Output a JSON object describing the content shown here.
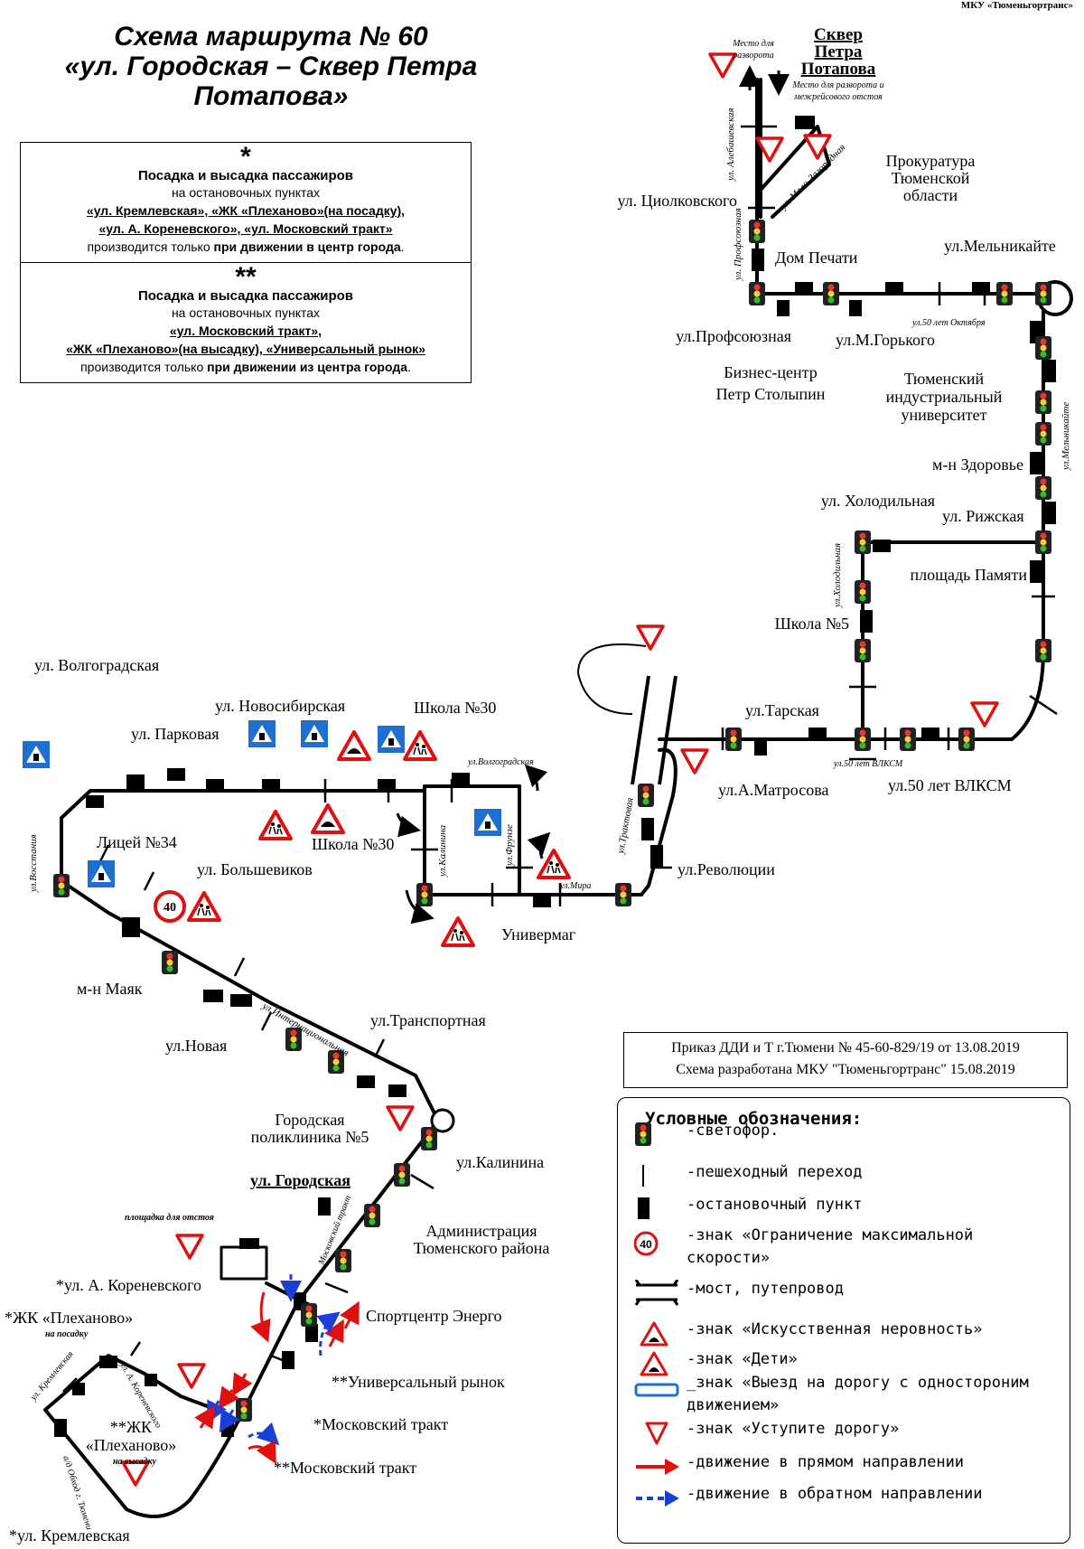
{
  "organization": "МКУ «Тюменьгортранс»",
  "title": {
    "line1": "Схема маршрута № 60",
    "line2": "«ул. Городская – Сквер Петра",
    "line3": "Потапова»"
  },
  "notes": [
    {
      "mark": "*",
      "heading": "Посадка и высадка пассажиров",
      "line1": "на остановочных пунктах",
      "line2": "«ул. Кремлевская», «ЖК «Плеханово»(на посадку),",
      "line3": "«ул. А. Кореневского», «ул. Московский тракт»",
      "line4_prefix": "производится только ",
      "line4_bold": "при движении в центр города",
      "line4_suffix": "."
    },
    {
      "mark": "**",
      "heading": "Посадка и высадка пассажиров",
      "line1": "на остановочных пунктах",
      "line2": "«ул. Московский тракт»,",
      "line3": "«ЖК «Плеханово»(на высадку), «Универсальный рынок»",
      "line4_prefix": "производится только ",
      "line4_bold": "при движении из центра города",
      "line4_suffix": "."
    }
  ],
  "order": {
    "line1": "Приказ ДДИ и Т г.Тюмени № 45-60-829/19 от 13.08.2019",
    "line2": "Схема разработана МКУ \"Тюменьгортранс\" 15.08.2019"
  },
  "legend": {
    "heading": "Условные обозначения:",
    "items": [
      {
        "icon": "traffic-light-icon",
        "text": "-светофор."
      },
      {
        "icon": "crosswalk-icon",
        "text": "-пешеходный переход"
      },
      {
        "icon": "bus-stop-icon",
        "text": "-остановочный пункт"
      },
      {
        "icon": "speed-limit-icon",
        "text": "-знак «Ограничение максимальной скорости»"
      },
      {
        "icon": "bridge-icon",
        "text": "-мост, путепровод"
      },
      {
        "icon": "speed-bump-sign-icon",
        "text": "-знак «Искусственная неровность»"
      },
      {
        "icon": "children-sign-icon",
        "text": "-знак «Дети»"
      },
      {
        "icon": "one-way-sign-icon",
        "text": "_знак «Выезд на дорогу с одностороним движением»"
      },
      {
        "icon": "yield-sign-icon",
        "text": "-знак «Уступите дорогу»"
      },
      {
        "icon": "forward-arrow-icon",
        "text": "-движение в прямом направлении"
      },
      {
        "icon": "backward-arrow-icon",
        "text": "-движение в обратном направлении"
      }
    ],
    "speed_value": "40"
  },
  "colors": {
    "forward": "#e01010",
    "backward": "#1a3fd6",
    "sign_blue": "#1e6fd0",
    "sign_red": "#e01010"
  },
  "terminal": {
    "name_lines": [
      "Сквер",
      "Петра",
      "Потапова"
    ],
    "note": [
      "Место для разворота и",
      "межрейсового отстоя"
    ],
    "turn_note": [
      "Место для",
      "разворота"
    ]
  },
  "stops": [
    {
      "id": "tsiolkovskogo",
      "label": "ул. Циолковского"
    },
    {
      "id": "dom-pechati",
      "label": "Дом Печати"
    },
    {
      "id": "prokuratura",
      "label": "Прокуратура Тюменской области",
      "lines": [
        "Прокуратура",
        "Тюменской",
        "области"
      ]
    },
    {
      "id": "melnikaite",
      "label": "ул.Мельникайте"
    },
    {
      "id": "profsoyuznaya",
      "label": "ул.Профсоюзная"
    },
    {
      "id": "m-gorkogo",
      "label": "ул.М.Горького"
    },
    {
      "id": "stolypin",
      "label": "Бизнес-центр Петр Столыпин",
      "lines": [
        "Бизнес-центр",
        "Петр Столыпин"
      ]
    },
    {
      "id": "tiu",
      "label": "Тюменский индустриальный университет",
      "lines": [
        "Тюменский",
        "индустриальный",
        "университет"
      ]
    },
    {
      "id": "zdorovye",
      "label": "м-н Здоровье"
    },
    {
      "id": "kholodilnaya",
      "label": "ул. Холодильная"
    },
    {
      "id": "rizhskaya",
      "label": "ул. Рижская"
    },
    {
      "id": "ploshchad-pamyati",
      "label": "площадь Памяти"
    },
    {
      "id": "shkola-5",
      "label": "Школа №5"
    },
    {
      "id": "tarskaya",
      "label": "ул.Тарская"
    },
    {
      "id": "matrosova",
      "label": "ул.А.Матросова"
    },
    {
      "id": "vlksm",
      "label": "ул.50 лет ВЛКСМ"
    },
    {
      "id": "revolyutsii",
      "label": "ул.Революции"
    },
    {
      "id": "univermag",
      "label": "Универмаг"
    },
    {
      "id": "volgogradskaya",
      "label": "ул. Волгоградская"
    },
    {
      "id": "novosibirskaya",
      "label": "ул. Новосибирская"
    },
    {
      "id": "shkola-30-top",
      "label": "Школа №30"
    },
    {
      "id": "parkovaya",
      "label": "ул. Парковая"
    },
    {
      "id": "litsey-34",
      "label": "Лицей №34"
    },
    {
      "id": "bolshevikov",
      "label": "ул. Большевиков"
    },
    {
      "id": "shkola-30-bottom",
      "label": "Школа №30"
    },
    {
      "id": "mayak",
      "label": "м-н Маяк"
    },
    {
      "id": "novaya",
      "label": "ул.Новая"
    },
    {
      "id": "transportnaya",
      "label": "ул.Транспортная"
    },
    {
      "id": "poliklinika",
      "label": "Городская поликлиника №5",
      "lines": [
        "Городская",
        "поликлиника №5"
      ]
    },
    {
      "id": "kalinina",
      "label": "ул.Калинина"
    },
    {
      "id": "administratsiya",
      "label": "Администрация Тюменского района",
      "lines": [
        "Администрация",
        "Тюменского района"
      ]
    },
    {
      "id": "gorodskaya",
      "label": "ул. Городская"
    },
    {
      "id": "energo",
      "label": "Спортцентр Энерго"
    },
    {
      "id": "rynok",
      "label": "**Универсальный рынок"
    },
    {
      "id": "moskovsky-1",
      "label": "*Московский тракт"
    },
    {
      "id": "moskovsky-2",
      "label": "**Московский тракт"
    },
    {
      "id": "korenevskogo",
      "label": "*ул. А. Кореневского"
    },
    {
      "id": "plekhanovo-1",
      "label": "*ЖК «Плеханово»",
      "sub": "на посадку"
    },
    {
      "id": "plekhanovo-2",
      "label": "**ЖК «Плеханово»",
      "lines": [
        "**ЖК",
        "«Плеханово»"
      ],
      "sub": "на высадку"
    },
    {
      "id": "kremlevskaya",
      "label": "*ул. Кремлевская"
    }
  ],
  "place_labels": {
    "otstoy": "площадка для отстоя"
  },
  "street_labels": [
    {
      "id": "alebashevskaya",
      "text": "ул. Алебашевская"
    },
    {
      "id": "malo-zagorodnaya",
      "text": "ул. Мало-Загородная"
    },
    {
      "id": "profsoyuznaya-st",
      "text": "ул. Профсоюзная"
    },
    {
      "id": "50-let-oktyabrya",
      "text": "ул.50 лет Октября"
    },
    {
      "id": "melnikaite-st",
      "text": "ул.Мельникайте"
    },
    {
      "id": "kholodilnaya-st",
      "text": "ул.Холодильная"
    },
    {
      "id": "50-let-vlksm-st",
      "text": "ул.50 лет ВЛКСМ"
    },
    {
      "id": "traktovaya",
      "text": "ул.Трактовая"
    },
    {
      "id": "mira",
      "text": "ул.Мира"
    },
    {
      "id": "frunze",
      "text": "ул.Фрунзе"
    },
    {
      "id": "kalinina-st",
      "text": "ул.Калинина"
    },
    {
      "id": "volgogradskaya-st",
      "text": "ул.Волгоградская"
    },
    {
      "id": "vosstaniya",
      "text": "ул.Восстания"
    },
    {
      "id": "internatsionalnaya",
      "text": "ул.Интернациональная"
    },
    {
      "id": "moskovsky-trakt-st",
      "text": "Московский тракт"
    },
    {
      "id": "kremlevskaya-st",
      "text": "ул. Кремлевская"
    },
    {
      "id": "korenevskogo-st",
      "text": "ул. А. Кореневского"
    },
    {
      "id": "obkhod",
      "text": "а/д Обход г. Тюмени"
    }
  ]
}
